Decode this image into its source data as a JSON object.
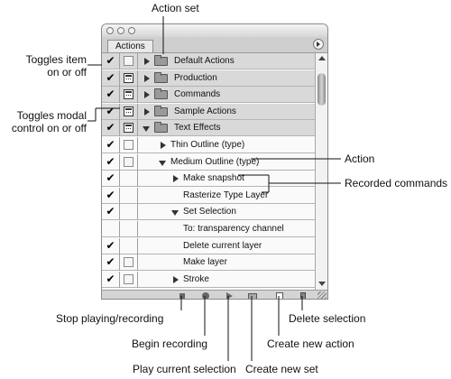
{
  "palette": {
    "tab_label": "Actions",
    "rows": [
      {
        "type": "set",
        "label": "Default Actions",
        "checked": true,
        "modal": "empty",
        "arrow": "right",
        "indent": 0
      },
      {
        "type": "set",
        "label": "Production",
        "checked": true,
        "modal": "on",
        "arrow": "right",
        "indent": 0
      },
      {
        "type": "set",
        "label": "Commands",
        "checked": true,
        "modal": "on",
        "arrow": "right",
        "indent": 0
      },
      {
        "type": "set",
        "label": "Sample Actions",
        "checked": true,
        "modal": "on",
        "arrow": "right",
        "indent": 0
      },
      {
        "type": "set",
        "label": "Text Effects",
        "checked": true,
        "modal": "on",
        "arrow": "down",
        "indent": 0
      },
      {
        "type": "action",
        "label": "Thin Outline (type)",
        "checked": true,
        "modal": "empty",
        "arrow": "right",
        "indent": 1
      },
      {
        "type": "action",
        "label": "Medium Outline (type)",
        "checked": true,
        "modal": "empty",
        "arrow": "down",
        "indent": 1
      },
      {
        "type": "command",
        "label": "Make snapshot",
        "checked": true,
        "modal": "none",
        "arrow": "right",
        "indent": 2
      },
      {
        "type": "command",
        "label": "Rasterize Type Layer",
        "checked": true,
        "modal": "none",
        "arrow": "none",
        "indent": 2
      },
      {
        "type": "command",
        "label": "Set Selection",
        "checked": true,
        "modal": "none",
        "arrow": "down",
        "indent": 2
      },
      {
        "type": "detail",
        "label": "To: transparency channel",
        "checked": false,
        "modal": "none",
        "arrow": "none",
        "indent": 2
      },
      {
        "type": "command",
        "label": "Delete current layer",
        "checked": true,
        "modal": "none",
        "arrow": "none",
        "indent": 2
      },
      {
        "type": "command",
        "label": "Make layer",
        "checked": true,
        "modal": "empty",
        "arrow": "none",
        "indent": 2
      },
      {
        "type": "command",
        "label": "Stroke",
        "checked": true,
        "modal": "empty",
        "arrow": "right",
        "indent": 2
      }
    ],
    "toolbar_icons": [
      "stop-icon",
      "record-icon",
      "play-icon",
      "new-set-icon",
      "new-action-icon",
      "trash-icon"
    ]
  },
  "callouts": {
    "action_set": "Action set",
    "toggles_item_line1": "Toggles item",
    "toggles_item_line2": "on or off",
    "toggles_modal_line1": "Toggles modal",
    "toggles_modal_line2": "control on or off",
    "action": "Action",
    "recorded_commands": "Recorded commands",
    "stop_playing": "Stop playing/recording",
    "begin_recording": "Begin recording",
    "play_current": "Play current selection",
    "delete_selection": "Delete selection",
    "create_new_action": "Create new action",
    "create_new_set": "Create new set"
  }
}
